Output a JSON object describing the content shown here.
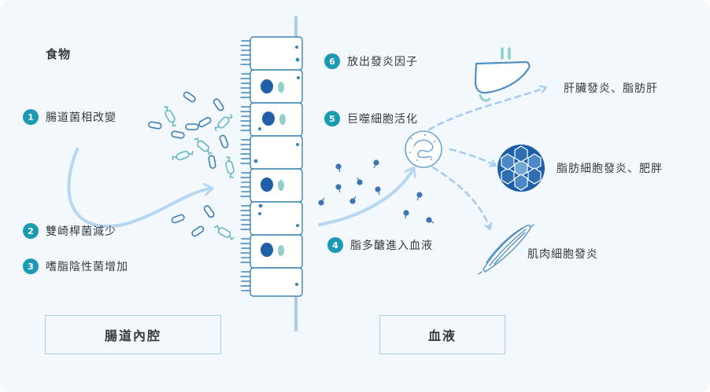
{
  "colors": {
    "background": "#f3f8fc",
    "badge": "#1b9bb3",
    "arrow": "#b7d6f2",
    "cell_outline": "#3c86b6",
    "nucleus": "#1f5fa8",
    "text": "#333a40"
  },
  "labels": {
    "food": "食物",
    "lumen": "腸道內腔",
    "blood": "血液"
  },
  "steps": [
    {
      "num": "1",
      "text": "腸道菌相改變"
    },
    {
      "num": "2",
      "text": "雙崎桿菌減少"
    },
    {
      "num": "3",
      "text": "嗜脂陰性菌增加"
    },
    {
      "num": "4",
      "text": "脂多醣進入血液"
    },
    {
      "num": "5",
      "text": "巨噬細胞活化"
    },
    {
      "num": "6",
      "text": "放出發炎因子"
    }
  ],
  "outcomes": {
    "liver": "肝臟發炎、脂肪肝",
    "fat": "脂肪細胞發炎、肥胖",
    "muscle": "肌肉細胞發炎"
  },
  "icons": {
    "bacteria": "bacteria-icon",
    "macrophage": "macrophage-icon",
    "liver": "liver-icon",
    "fat": "fat-cell-icon",
    "muscle": "muscle-icon"
  }
}
